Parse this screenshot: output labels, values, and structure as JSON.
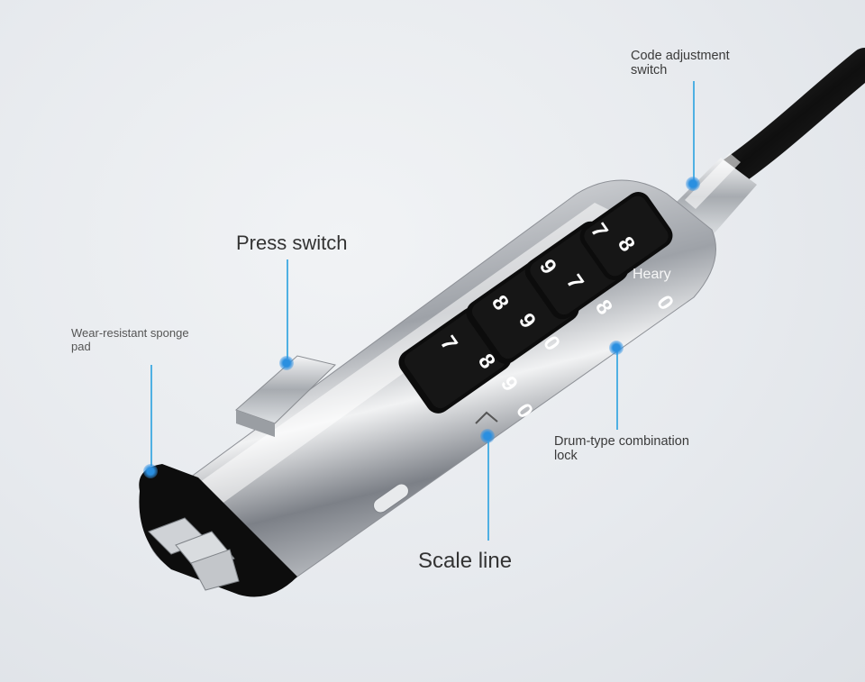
{
  "labels": {
    "code_adjustment": "Code adjustment\nswitch",
    "press_switch": "Press switch",
    "sponge_pad": "Wear-resistant sponge\npad",
    "drum_lock": "Drum-type combination\nlock",
    "scale_line": "Scale line"
  },
  "engraving": "Heary",
  "dial_digits": [
    "7",
    "8",
    "9",
    "0"
  ],
  "colors": {
    "pointer": "#4fb0e3",
    "dot": "#2a8fe0",
    "cable": "#1b1b1b",
    "metal": "#b9bcc1"
  }
}
